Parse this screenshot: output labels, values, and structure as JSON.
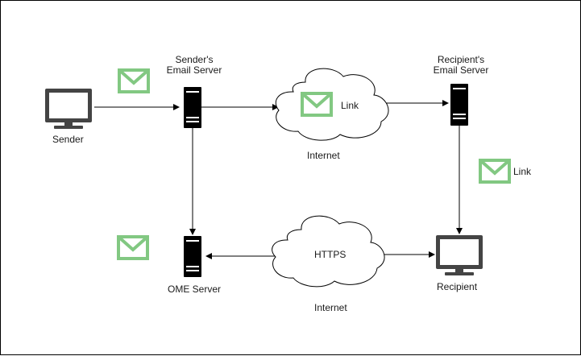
{
  "nodes": {
    "sender": {
      "label": "Sender",
      "icon": "monitor-icon"
    },
    "sender_server": {
      "label_line1": "Sender's",
      "label_line2": "Email Server",
      "icon": "server-icon"
    },
    "recipient_server": {
      "label_line1": "Recipient's",
      "label_line2": "Email Server",
      "icon": "server-icon"
    },
    "ome_server": {
      "label": "OME Server",
      "icon": "server-icon"
    },
    "recipient": {
      "label": "Recipient",
      "icon": "monitor-icon"
    },
    "cloud_top": {
      "caption": "Internet",
      "inner_text": "Link",
      "icon": "cloud-icon"
    },
    "cloud_bottom": {
      "caption": "Internet",
      "inner_text": "HTTPS",
      "icon": "cloud-icon"
    }
  },
  "edge_labels": {
    "recipient_link": "Link"
  },
  "icons": {
    "envelope": "envelope-icon"
  },
  "colors": {
    "envelope": "#82c882",
    "device": "#444444",
    "server": "#000000",
    "arrow": "#000000",
    "cloud_stroke": "#000000",
    "background": "#ffffff"
  }
}
